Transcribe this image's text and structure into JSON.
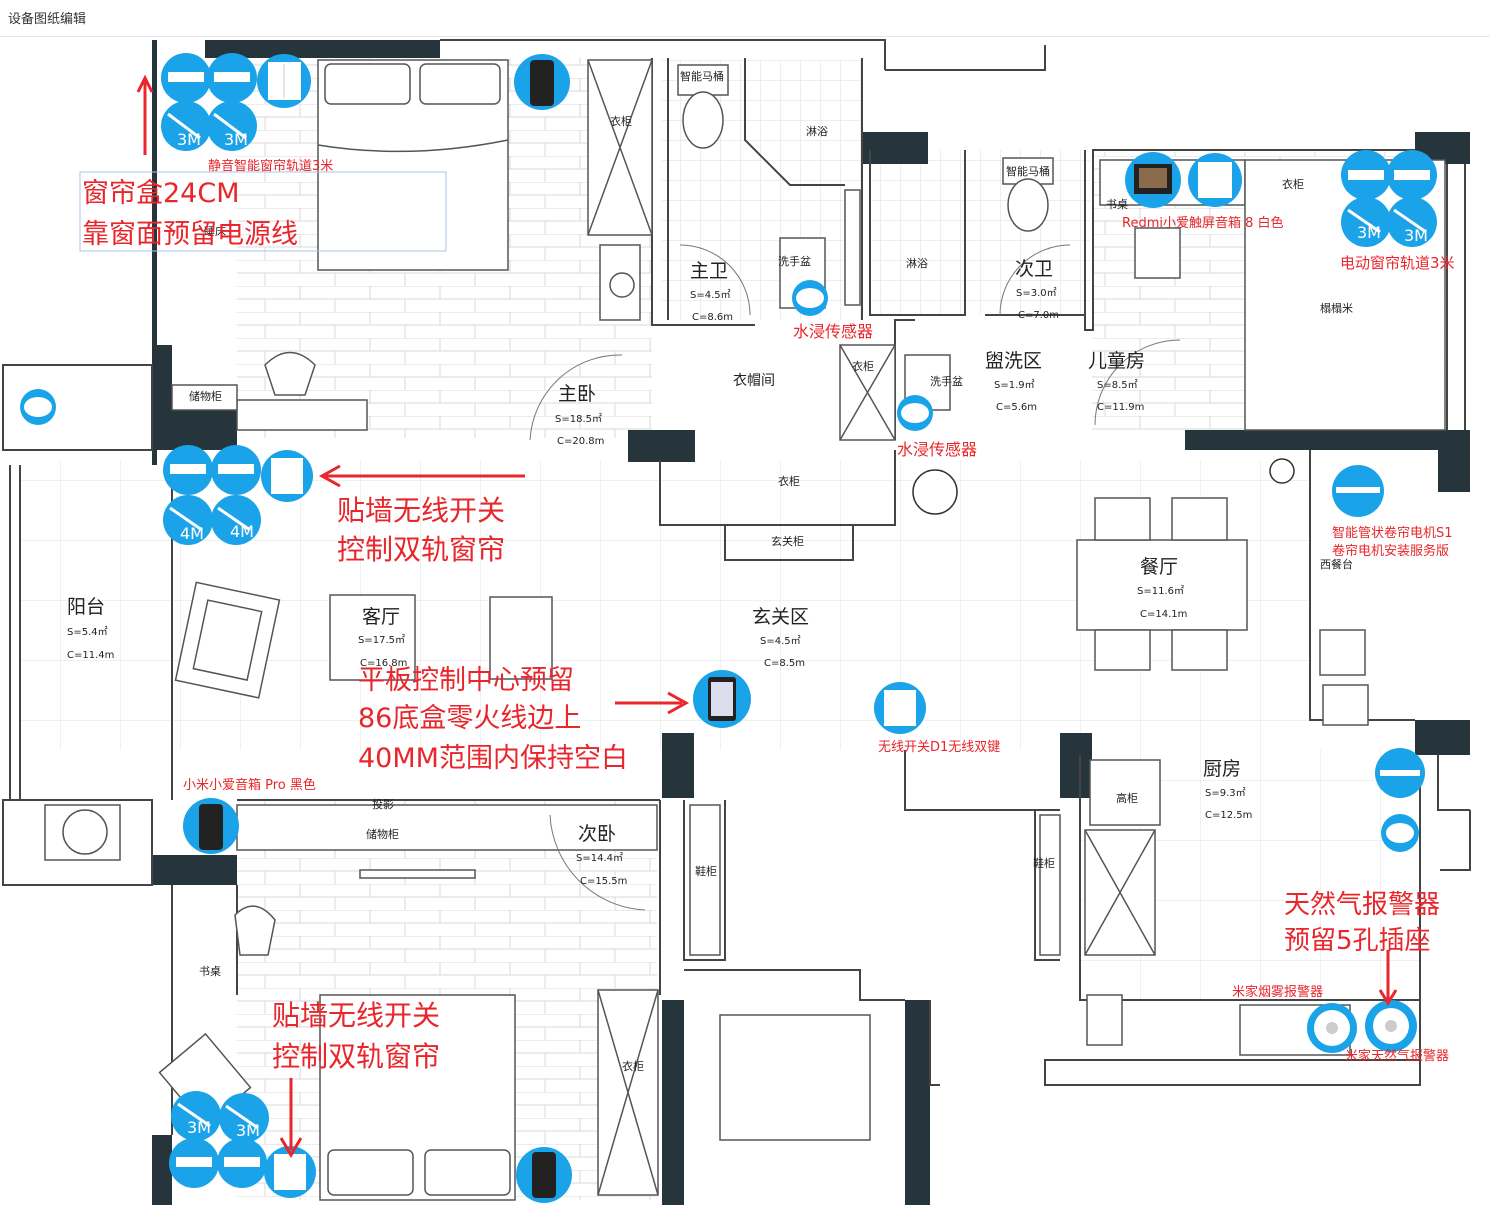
{
  "window": {
    "title": "设备图纸编辑"
  },
  "colors": {
    "accent_red": "#e8262b",
    "device_blue": "#1aa3e8",
    "wall": "#26343c",
    "line": "#555555"
  },
  "rooms": {
    "master_bed": {
      "name": "主卧",
      "area": "S=18.5㎡",
      "perim": "C=20.8m"
    },
    "master_bath": {
      "name": "主卫",
      "area": "S=4.5㎡",
      "perim": "C=8.6m"
    },
    "second_bath": {
      "name": "次卫",
      "area": "S=3.0㎡",
      "perim": "C=7.0m"
    },
    "wash": {
      "name": "盥洗区",
      "area": "S=1.9㎡",
      "perim": "C=5.6m"
    },
    "kids": {
      "name": "儿童房",
      "area": "S=8.5㎡",
      "perim": "C=11.9m"
    },
    "balcony": {
      "name": "阳台",
      "area": "S=5.4㎡",
      "perim": "C=11.4m"
    },
    "living": {
      "name": "客厅",
      "area": "S=17.5㎡",
      "perim": "C=16.8m"
    },
    "foyer": {
      "name": "玄关区",
      "area": "S=4.5㎡",
      "perim": "C=8.5m"
    },
    "dining": {
      "name": "餐厅",
      "area": "S=11.6㎡",
      "perim": "C=14.1m"
    },
    "second_bed": {
      "name": "次卧",
      "area": "S=14.4㎡",
      "perim": "C=15.5m"
    },
    "kitchen": {
      "name": "厨房",
      "area": "S=9.3㎡",
      "perim": "C=12.5m"
    }
  },
  "fixtures": {
    "wardrobe": "衣柜",
    "smart_toilet": "智能马桶",
    "shower": "淋浴",
    "basin": "洗手盆",
    "cloakroom": "衣帽间",
    "storage": "储物柜",
    "foyer_cab": "玄关柜",
    "desk": "书桌",
    "tatami": "榻榻米",
    "west_counter": "西餐台",
    "tall_cab": "高柜",
    "shoe_cab": "鞋柜",
    "projection": "投影",
    "bed": "睡床"
  },
  "device_labels": {
    "track3m_silent": "静音智能窗帘轨道3米",
    "redmi_speaker": "Redmi小爱触屏音箱 8 白色",
    "electric_track": "电动窗帘轨道3米",
    "water_sensor": "水浸传感器",
    "roller_motor_1": "智能管状卷帘电机S1",
    "roller_motor_2": "卷帘电机安装服务版",
    "wireless_switch": "无线开关D1无线双键",
    "xiaomi_speaker": "小米小爱音箱 Pro 黑色",
    "smoke_alarm": "米家烟雾报警器",
    "gas_alarm": "米家天然气报警器"
  },
  "badges": {
    "three": "3M",
    "four": "4M"
  },
  "notes": {
    "curtain_box_1": "窗帘盒24CM",
    "curtain_box_2": "靠窗面预留电源线",
    "wall_switch_1": "贴墙无线开关",
    "wall_switch_2": "控制双轨窗帘",
    "tablet_1": "平板控制中心预留",
    "tablet_2": "86底盒零火线边上",
    "tablet_3": "40MM范围内保持空白",
    "gas_1": "天然气报警器",
    "gas_2": "预留5孔插座"
  }
}
